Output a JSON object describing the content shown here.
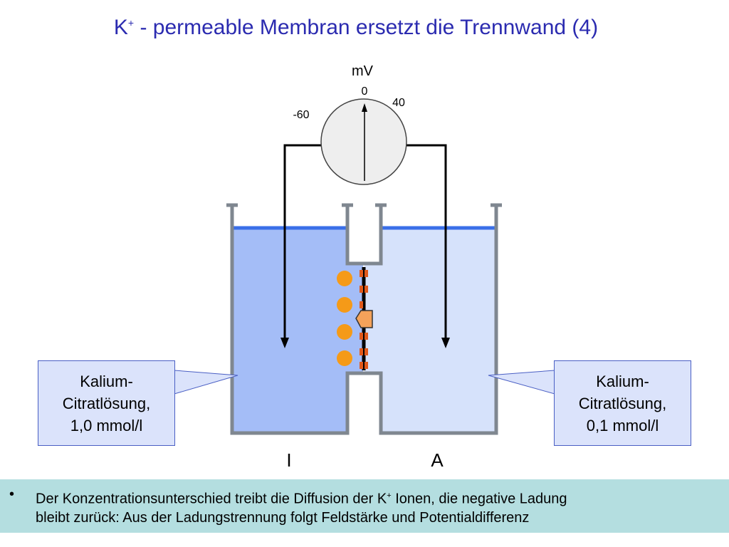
{
  "title": {
    "prefix": "K",
    "superscript": "+",
    "rest": " - permeable Membran ersetzt die Trennwand  (4)"
  },
  "meter": {
    "unit": "mV",
    "scale_labels": [
      "-60",
      "0",
      "40"
    ]
  },
  "vessels": {
    "left_label": "I",
    "right_label": "A",
    "left_fill": "#a4bdf7",
    "right_fill": "#d6e2fb",
    "water_line": "#3a6fe8",
    "wall_color": "#7f8790"
  },
  "callouts": {
    "left": [
      "Kalium-",
      "Citratlösung,",
      "1,0 mmol/l"
    ],
    "right": [
      "Kalium-",
      "Citratlösung,",
      "0,1 mmol/l"
    ]
  },
  "ions": {
    "ion_color": "#f59a18",
    "channel_color": "#f4a25a",
    "membrane_marks": "#e0591b"
  },
  "footer": {
    "bullet": "•",
    "line1_a": "Der Konzentrationsunterschied treibt die Diffusion der K",
    "line1_sup": "+",
    "line1_b": " Ionen, die negative Ladung",
    "line2": "bleibt zurück: Aus der Ladungstrennung folgt Feldstärke und Potentialdifferenz",
    "background": "#b4dee0"
  }
}
